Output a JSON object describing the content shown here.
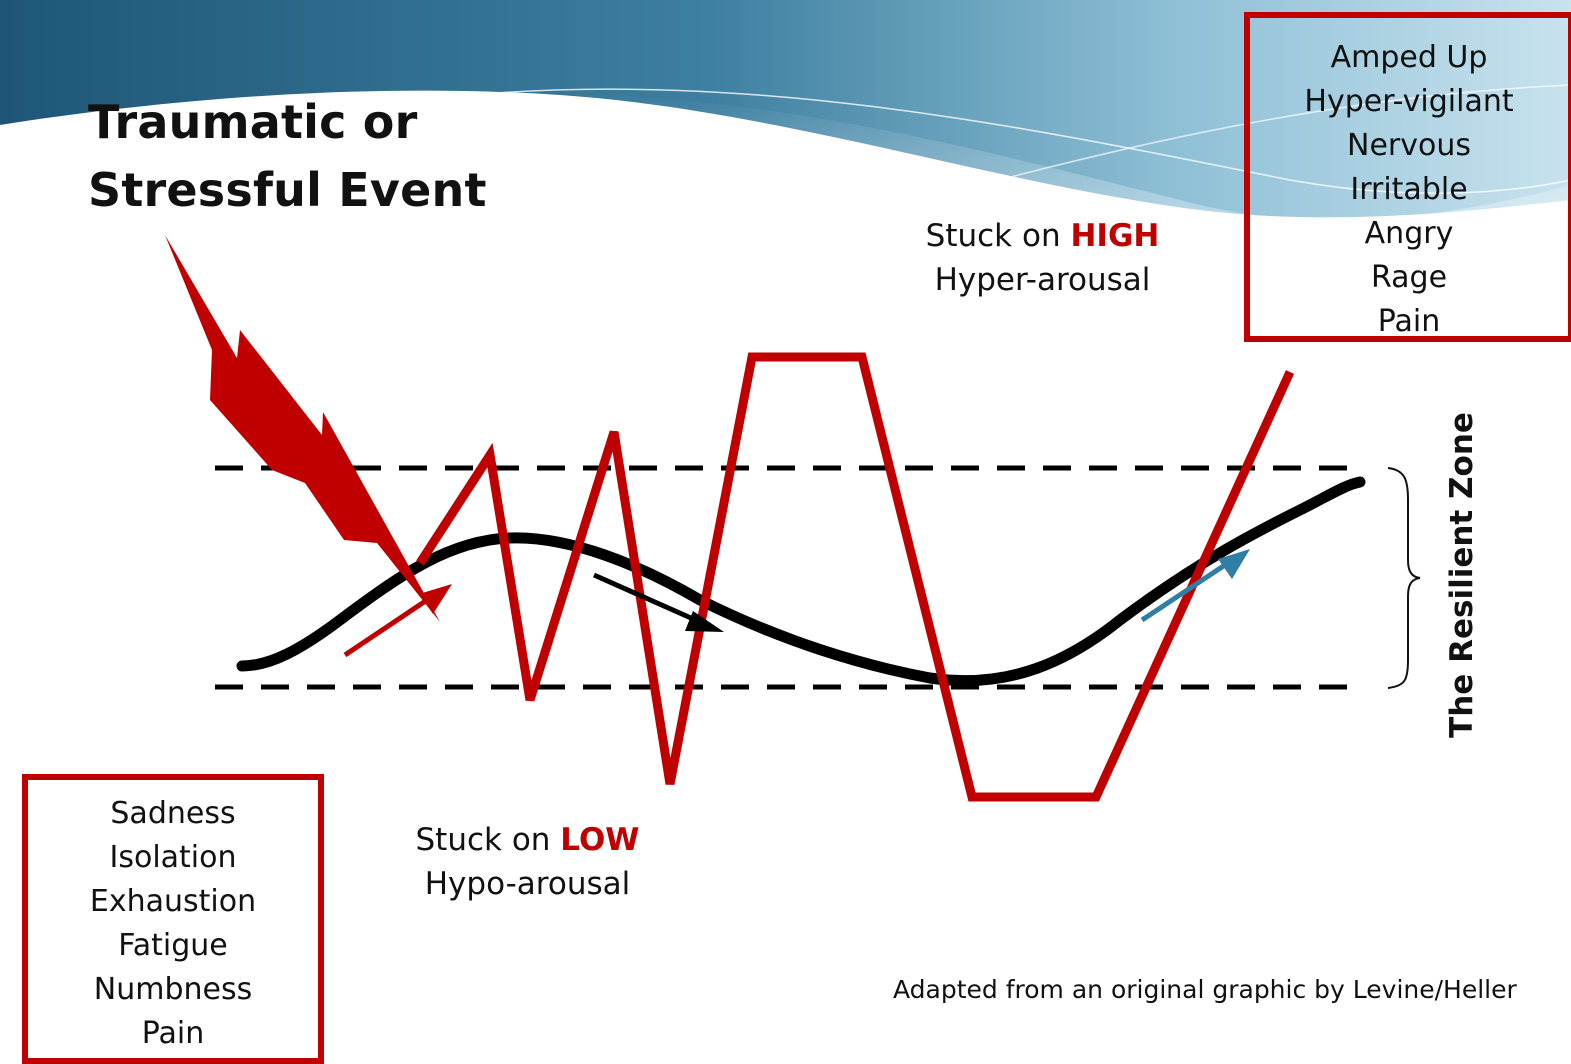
{
  "title": {
    "line1": "Traumatic or",
    "line2": "Stressful Event"
  },
  "high": {
    "prefix": "Stuck on ",
    "keyword": "HIGH",
    "sub": "Hyper-arousal",
    "items": [
      "Amped Up",
      "Hyper-vigilant",
      "Nervous",
      "Irritable",
      "Angry",
      "Rage",
      "Pain"
    ]
  },
  "low": {
    "prefix": "Stuck on ",
    "keyword": "LOW",
    "sub": "Hypo-arousal",
    "items": [
      "Sadness",
      "Isolation",
      "Exhaustion",
      "Fatigue",
      "Numbness",
      "Pain"
    ]
  },
  "zone_label": "The Resilient Zone",
  "credit": "Adapted from an original graphic by Levine/Heller",
  "colors": {
    "accent_red": "#c00000",
    "line_black": "#000000",
    "arrow_blue": "#2e7ea6",
    "banner_dark": "#1f5a78",
    "banner_light": "#9cc8dc"
  }
}
